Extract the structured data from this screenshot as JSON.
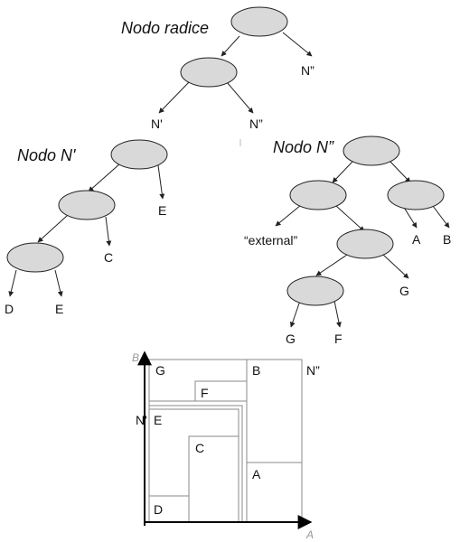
{
  "trees": {
    "root": {
      "title": "Nodo radice",
      "leaf_right": "N”",
      "child_left": "N'",
      "child_right": "N”"
    },
    "n_prime": {
      "title": "Nodo N'",
      "leaf_e": "E",
      "leaf_c": "C",
      "leaf_d": "D",
      "leaf_e2": "E"
    },
    "n_double_prime": {
      "title": "Nodo N”",
      "external": "“external”",
      "leaf_a": "A",
      "leaf_b": "B",
      "leaf_g": "G",
      "leaf_g2": "G",
      "leaf_f": "F"
    }
  },
  "partition": {
    "axis_y": "B",
    "axis_x": "A",
    "regions": {
      "g": "G",
      "f": "F",
      "b": "B",
      "n_double_prime": "N”",
      "n_prime": "N'",
      "e": "E",
      "c": "C",
      "a": "A",
      "d": "D"
    }
  },
  "colors": {
    "node_fill": "#d9d9d9",
    "box_stroke": "#8a8a8a",
    "axis_label": "#999999"
  }
}
